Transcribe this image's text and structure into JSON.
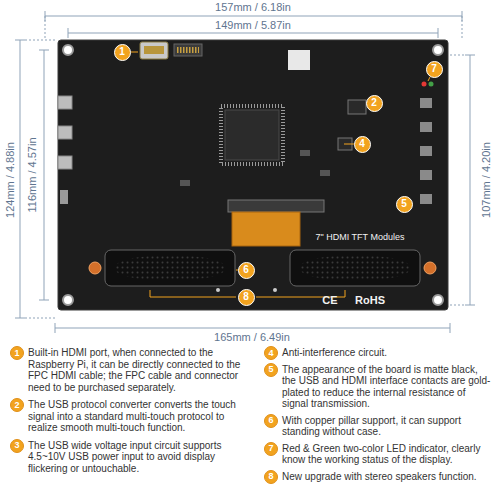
{
  "diagram": {
    "nodes": [
      {
        "text": [
          "1"
        ]
      },
      {
        "text": [
          "2"
        ]
      },
      {
        "text": [
          "4"
        ]
      },
      {
        "text": [
          "7"
        ]
      },
      {
        "text": [
          "5"
        ]
      },
      {
        "text": [
          "6"
        ]
      },
      {
        "text": [
          "8"
        ]
      },
      {
        "text": [
          "1"
        ]
      },
      {
        "text": [
          "2"
        ]
      },
      {
        "text": [
          "3"
        ]
      },
      {
        "text": [
          "4"
        ]
      },
      {
        "text": [
          "5"
        ]
      },
      {
        "text": [
          "6"
        ]
      },
      {
        "text": [
          "7"
        ]
      },
      {
        "text": [
          "8"
        ]
      }
    ],
    "labels": [
      "157mm / 6.18in",
      "149mm / 5.87in",
      "124mm / 4.88in",
      "116mm / 4.57in",
      "107mm / 4.20in",
      "165mm / 6.49in",
      "7\" HDMI TFT Modules",
      "CE",
      "RoHS",
      "Built-in HDMI port, when connected to the Raspberry Pi, it can be directly connected to the FPC HDMI cable; the FPC cable and connector need to be purchased separately.",
      "The USB protocol converter converts the touch signal into a standard multi-touch protocol to realize smooth multi-touch function.",
      "The USB wide voltage input circuit supports 4.5~10V USB power input to avoid display flickering or untouchable.",
      "Anti-interference circuit.",
      "The appearance of the board is matte black, the USB and HDMI interface contacts are gold-plated to reduce the internal resistance of signal transmission.",
      "With copper pillar support, it can support standing without case.",
      "Red & Green two-color LED indicator, clearly know the working status of the display.",
      "New upgrade with stereo speakers function."
    ]
  }
}
